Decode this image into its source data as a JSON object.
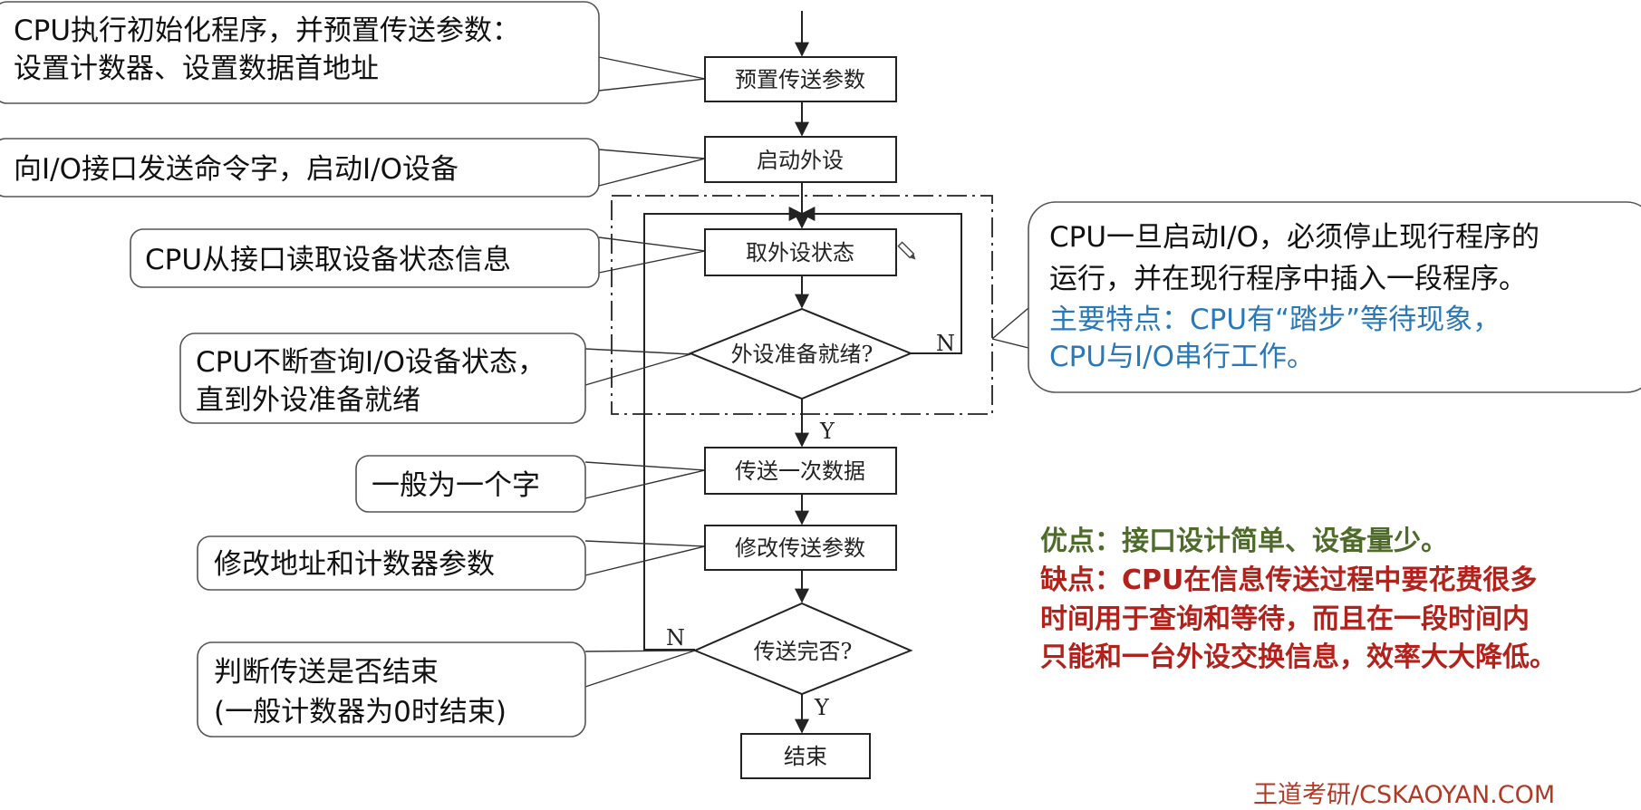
{
  "flow": {
    "preset_params": "预置传送参数",
    "start_device": "启动外设",
    "get_status": "取外设状态",
    "device_ready": "外设准备就绪?",
    "transfer_once": "传送一次数据",
    "modify_params": "修改传送参数",
    "transfer_done": "传送完否?",
    "end": "结束",
    "label_n1": "N",
    "label_y1": "Y",
    "label_n2": "N",
    "label_y2": "Y"
  },
  "callouts": {
    "init": [
      "CPU执行初始化程序，并预置传送参数：",
      "设置计数器、设置数据首地址"
    ],
    "send_cmd": [
      "向I/O接口发送命令字，启动I/O设备"
    ],
    "read_status": [
      "CPU从接口读取设备状态信息"
    ],
    "poll": [
      "CPU不断查询I/O设备状态，",
      "直到外设准备就绪"
    ],
    "one_word": [
      "一般为一个字"
    ],
    "modify": [
      "修改地址和计数器参数"
    ],
    "judge": [
      "判断传送是否结束",
      "(一般计数器为0时结束)"
    ],
    "cpu_note_black": [
      "CPU一旦启动I/O，必须停止现行程序的",
      "运行，并在现行程序中插入一段程序。"
    ],
    "cpu_note_blue": [
      "主要特点：CPU有“踏步”等待现象，",
      "CPU与I/O串行工作。"
    ]
  },
  "notes": {
    "advantage": "优点：接口设计简单、设备量少。",
    "disadvantage": [
      "缺点：CPU在信息传送过程中要花费很多",
      "时间用于查询和等待，而且在一段时间内",
      "只能和一台外设交换信息，效率大大降低。"
    ]
  },
  "watermark": "王道考研/CSKAOYAN.COM",
  "colors": {
    "green": "#4e6b2a",
    "red": "#b3211b",
    "blue": "#2a78b8",
    "watermark": "#b03a26"
  }
}
